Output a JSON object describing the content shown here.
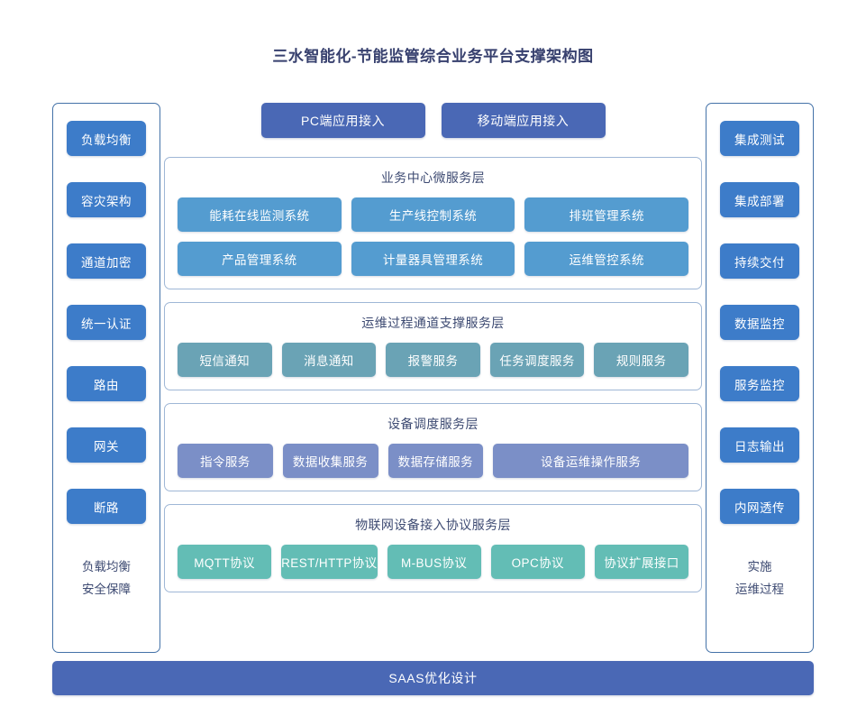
{
  "title": "三水智能化-节能监管综合业务平台支撑架构图",
  "colors": {
    "title_text": "#37406e",
    "sidebar_button": "#3d7cc9",
    "access_button": "#4a68b5",
    "business_layer_chip": "#549cd0",
    "ops_layer_chip": "#6aa3b5",
    "device_layer_chip": "#7b8fc7",
    "iot_layer_chip": "#63bdb5",
    "bottom_bar": "#4a68b5",
    "layer_border": "#9fb7d6",
    "side_border": "#4472a8"
  },
  "left_sidebar": {
    "items": [
      {
        "label": "负载均衡"
      },
      {
        "label": "容灾架构"
      },
      {
        "label": "通道加密"
      },
      {
        "label": "统一认证"
      },
      {
        "label": "路由"
      },
      {
        "label": "网关"
      },
      {
        "label": "断路"
      }
    ],
    "footer_lines": [
      "负载均衡",
      "安全保障"
    ]
  },
  "right_sidebar": {
    "items": [
      {
        "label": "集成测试"
      },
      {
        "label": "集成部署"
      },
      {
        "label": "持续交付"
      },
      {
        "label": "数据监控"
      },
      {
        "label": "服务监控"
      },
      {
        "label": "日志输出"
      },
      {
        "label": "内网透传"
      }
    ],
    "footer_lines": [
      "实施",
      "运维过程"
    ]
  },
  "access_row": {
    "buttons": [
      {
        "label": "PC端应用接入"
      },
      {
        "label": "移动端应用接入"
      }
    ]
  },
  "layers": [
    {
      "title": "业务中心微服务层",
      "rows": [
        [
          "能耗在线监测系统",
          "生产线控制系统",
          "排班管理系统"
        ],
        [
          "产品管理系统",
          "计量器具管理系统",
          "运维管控系统"
        ]
      ]
    },
    {
      "title": "运维过程通道支撑服务层",
      "rows": [
        [
          "短信通知",
          "消息通知",
          "报警服务",
          "任务调度服务",
          "规则服务"
        ]
      ]
    },
    {
      "title": "设备调度服务层",
      "rows": [
        [
          "指令服务",
          "数据收集服务",
          "数据存储服务",
          "设备运维操作服务"
        ]
      ]
    },
    {
      "title": "物联网设备接入协议服务层",
      "rows": [
        [
          "MQTT协议",
          "REST/HTTP协议",
          "M-BUS协议",
          "OPC协议",
          "协议扩展接口"
        ]
      ]
    }
  ],
  "bottom_bar": {
    "label": "SAAS优化设计"
  }
}
